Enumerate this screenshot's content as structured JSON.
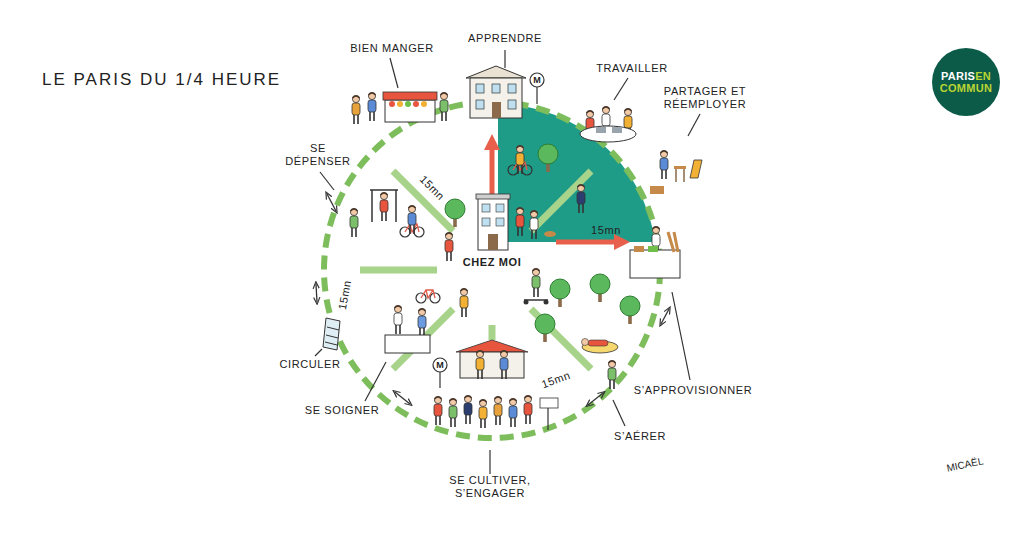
{
  "diagram": {
    "title": "LE PARIS DU 1/4 HEURE",
    "nodes": [
      {
        "text": [
          "PARIS",
          "EN",
          "COMMUN"
        ]
      }
    ],
    "labels": [
      "BIEN MANGER",
      "APPRENDRE",
      "TRAVAILLER",
      "PARTAGER ET RÉEMPLOYER",
      "SE DÉPENSER",
      "15mn",
      "15mn",
      "CHEZ MOI",
      "M",
      "15mn",
      "CIRCULER",
      "M",
      "SE SOIGNER",
      "15mn",
      "S’APPROVISIONNER",
      "S’AÉRER",
      "SE CULTIVER, S’ENGAGER",
      "MICAËL"
    ]
  }
}
